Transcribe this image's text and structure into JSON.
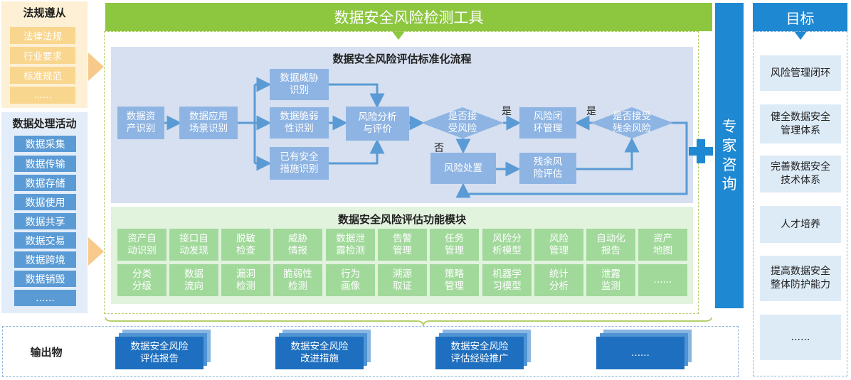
{
  "header": {
    "title": "数据安全风险检测工具"
  },
  "law": {
    "title": "法规遵从",
    "items": [
      "法律法规",
      "行业要求",
      "标准规范",
      "......"
    ]
  },
  "activities": {
    "title": "数据处理活动",
    "items": [
      "数据采集",
      "数据传输",
      "数据存储",
      "数据使用",
      "数据共享",
      "数据交易",
      "数据跨境",
      "数据销毁",
      "......"
    ]
  },
  "flow": {
    "title": "数据安全风险评估标准化流程",
    "nodes": {
      "asset": [
        "数据资",
        "产识别"
      ],
      "scene": [
        "数据应用",
        "场景识别"
      ],
      "threat": [
        "数据威胁",
        "识别"
      ],
      "vuln": [
        "数据脆弱",
        "性识别"
      ],
      "measure": [
        "已有安全",
        "措施识别"
      ],
      "analysis": [
        "风险分析",
        "与评价"
      ],
      "accept": [
        "是否接",
        "受风险"
      ],
      "closed": [
        "风险闭",
        "环管理"
      ],
      "accept_residual": [
        "是否接受",
        "残余风险"
      ],
      "handle": "风险处置",
      "residual": [
        "残余风",
        "险评估"
      ]
    },
    "labels": {
      "yes": "是",
      "no": "否"
    }
  },
  "modules": {
    "title": "数据安全风险评估功能模块",
    "row1": [
      [
        "资产自",
        "动识别"
      ],
      [
        "接口自",
        "动发现"
      ],
      [
        "脱敏",
        "检查"
      ],
      [
        "威胁",
        "情报"
      ],
      [
        "数据泄",
        "露检测"
      ],
      [
        "告警",
        "管理"
      ],
      [
        "任务",
        "管理"
      ],
      [
        "风险分",
        "析模型"
      ],
      [
        "风险",
        "管理"
      ],
      [
        "自动化",
        "报告"
      ],
      [
        "资产",
        "地图"
      ]
    ],
    "row2": [
      [
        "分类",
        "分级"
      ],
      [
        "数据",
        "流向"
      ],
      [
        "漏洞",
        "检测"
      ],
      [
        "脆弱性",
        "检测"
      ],
      [
        "行为",
        "画像"
      ],
      [
        "溯源",
        "取证"
      ],
      [
        "策略",
        "管理"
      ],
      [
        "机器学",
        "习模型"
      ],
      [
        "统计",
        "分析"
      ],
      [
        "泄露",
        "监测"
      ],
      [
        "......",
        ""
      ]
    ]
  },
  "expert": {
    "chars": [
      "专",
      "家",
      "咨",
      "询"
    ]
  },
  "goals": {
    "title": "目标",
    "items": [
      [
        "风险管理闭环"
      ],
      [
        "健全数据安全",
        "管理体系"
      ],
      [
        "完善数据安全",
        "技术体系"
      ],
      [
        "人才培养"
      ],
      [
        "提高数据安全",
        "整体防护能力"
      ],
      [
        "......"
      ]
    ]
  },
  "output": {
    "title": "输出物",
    "docs": [
      [
        "数据安全风险",
        "评估报告"
      ],
      [
        "数据安全风险",
        "改进措施"
      ],
      [
        "数据安全风险",
        "评估经验推广"
      ],
      [
        "......"
      ]
    ]
  },
  "colors": {
    "green": "#8dc63f",
    "blue": "#1e88d2",
    "node": "#8eb4e3",
    "module": "#a1d99b",
    "arrow": "#5b9bd5"
  }
}
